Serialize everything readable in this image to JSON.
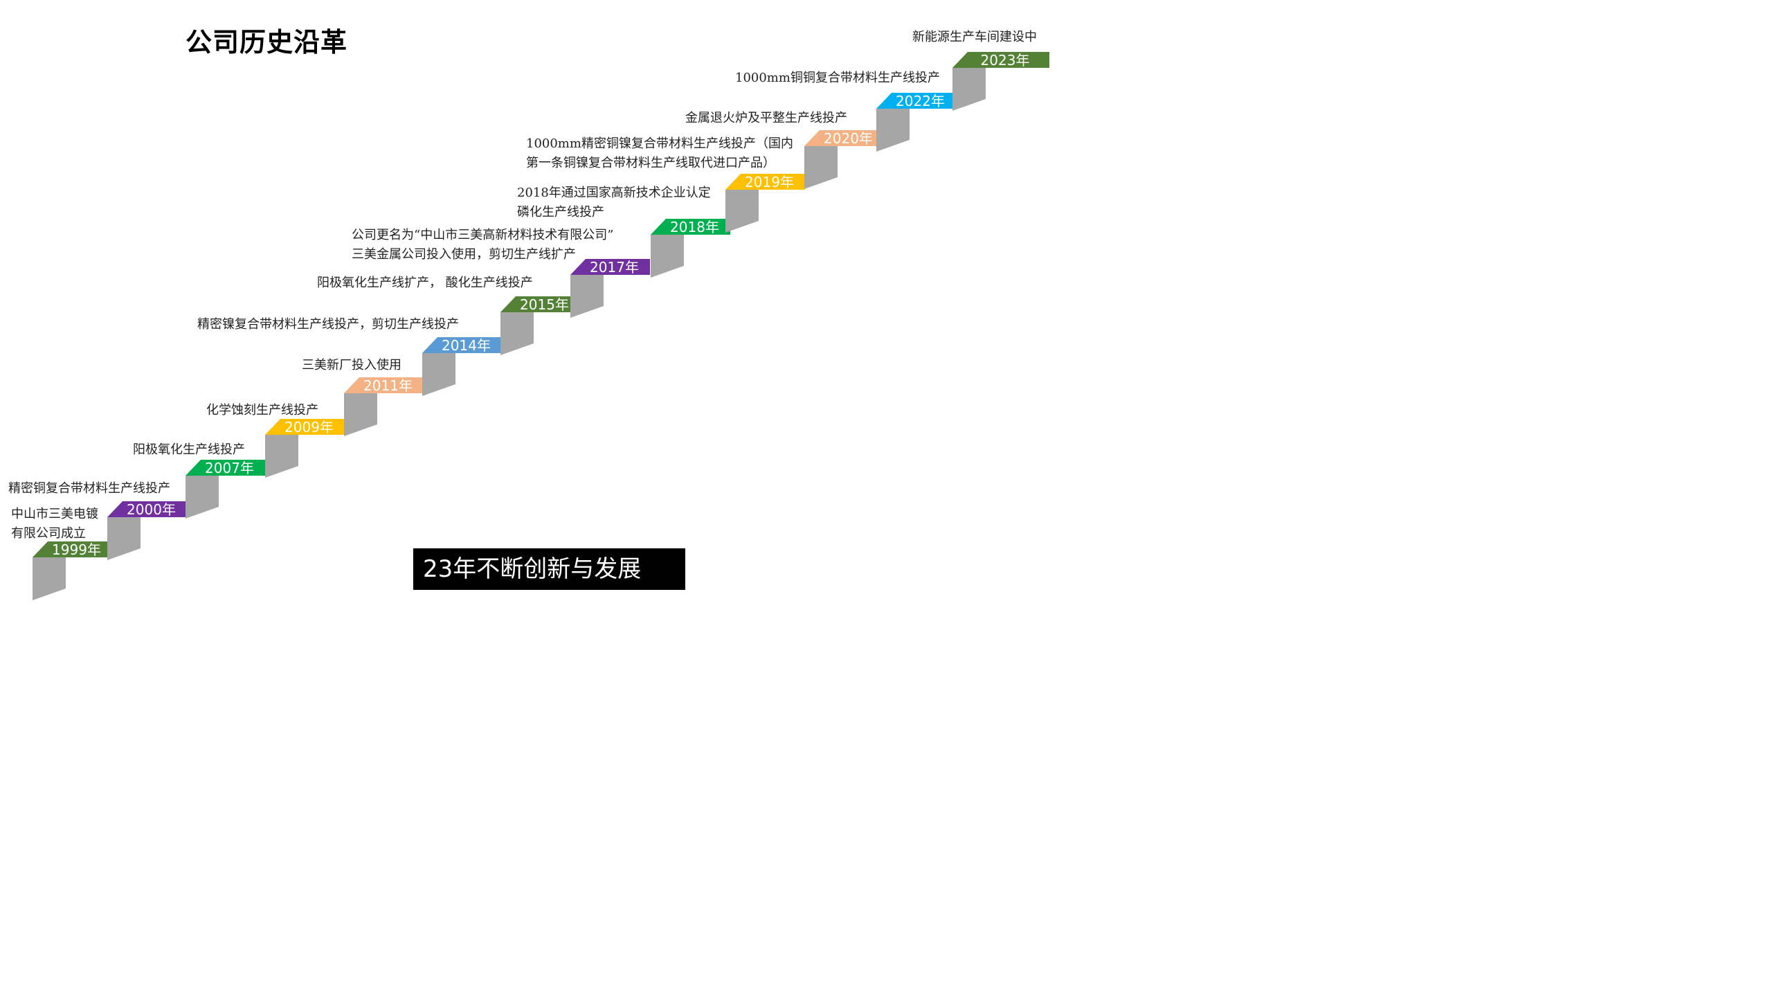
{
  "title": "公司历史沿革",
  "banner": "23年不断创新与发展",
  "steps": [
    {
      "year": "1999年",
      "color": "#538135",
      "lines": [
        "中山市三美电镀",
        "有限公司成立"
      ]
    },
    {
      "year": "2000年",
      "color": "#7030A0",
      "lines": [
        "精密铜复合带材料生产线投产"
      ]
    },
    {
      "year": "2007年",
      "color": "#00B050",
      "lines": [
        "阳极氧化生产线投产"
      ]
    },
    {
      "year": "2009年",
      "color": "#FFC000",
      "lines": [
        "化学蚀刻生产线投产"
      ]
    },
    {
      "year": "2011年",
      "color": "#F4B183",
      "lines": [
        "三美新厂投入使用"
      ]
    },
    {
      "year": "2014年",
      "color": "#5B9BD5",
      "lines": [
        "精密镍复合带材料生产线投产，剪切生产线投产"
      ]
    },
    {
      "year": "2015年",
      "color": "#538135",
      "lines": [
        "阳极氧化生产线扩产，  酸化生产线投产"
      ]
    },
    {
      "year": "2017年",
      "color": "#7030A0",
      "lines": [
        "公司更名为“中山市三美高新材料技术有限公司”",
        "三美金属公司投入使用，剪切生产线扩产"
      ]
    },
    {
      "year": "2018年",
      "color": "#00B050",
      "lines": [
        "2018年通过国家高新技术企业认定",
        "磷化生产线投产"
      ]
    },
    {
      "year": "2019年",
      "color": "#FFC000",
      "lines": [
        "1000mm精密铜镍复合带材料生产线投产（国内",
        "第一条铜镍复合带材料生产线取代进口产品）"
      ]
    },
    {
      "year": "2020年",
      "color": "#F4B183",
      "lines": [
        "金属退火炉及平整生产线投产"
      ]
    },
    {
      "year": "2022年",
      "color": "#00B0F0",
      "lines": [
        "1000mm铜铜复合带材料生产线投产"
      ]
    },
    {
      "year": "2023年",
      "color": "#538135",
      "lines": [
        "新能源生产车间建设中"
      ]
    }
  ]
}
